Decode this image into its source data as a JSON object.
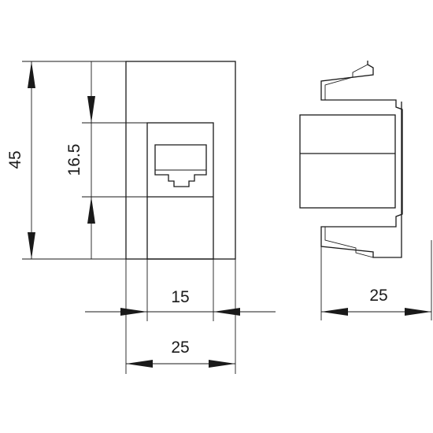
{
  "dimensions": {
    "total_height": "45",
    "jack_height": "16.5",
    "jack_width": "15",
    "front_width": "25",
    "side_width": "25"
  }
}
